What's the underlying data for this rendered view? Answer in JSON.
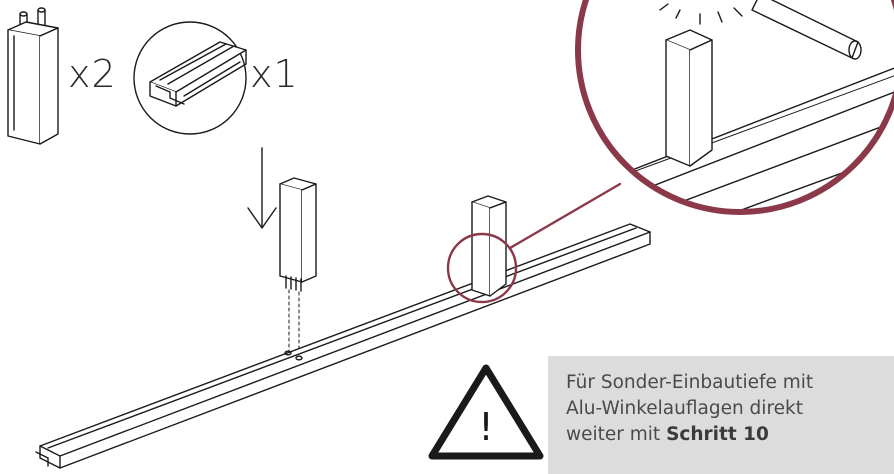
{
  "parts": {
    "beam_qty": "x2",
    "rail_qty": "x1"
  },
  "note": {
    "line1": "Für Sonder-Einbautiefe mit",
    "line2": "Alu-Winkelauflagen direkt",
    "line3_prefix": "weiter mit ",
    "line3_bold": "Schritt 10",
    "box_color": "#dcdcdc"
  },
  "warning": {
    "symbol": "!",
    "icon": "warning-triangle-icon"
  },
  "colors": {
    "line": "#1a1a1a",
    "magnifier": "#8b3848"
  }
}
